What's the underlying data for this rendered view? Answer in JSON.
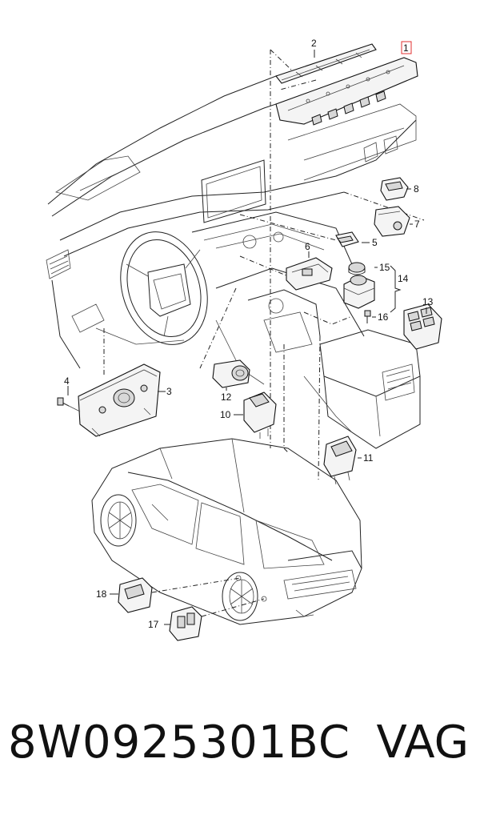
{
  "callouts": [
    {
      "id": "c1",
      "text": "1"
    },
    {
      "id": "c2",
      "text": "2"
    },
    {
      "id": "c3",
      "text": "3"
    },
    {
      "id": "c4",
      "text": "4"
    },
    {
      "id": "c5",
      "text": "5"
    },
    {
      "id": "c6",
      "text": "6"
    },
    {
      "id": "c7",
      "text": "7"
    },
    {
      "id": "c8",
      "text": "8"
    },
    {
      "id": "c10",
      "text": "10"
    },
    {
      "id": "c11",
      "text": "11"
    },
    {
      "id": "c12",
      "text": "12"
    },
    {
      "id": "c13",
      "text": "13"
    },
    {
      "id": "c14",
      "text": "14"
    },
    {
      "id": "c15",
      "text": "15"
    },
    {
      "id": "c16",
      "text": "16"
    },
    {
      "id": "c17",
      "text": "17"
    },
    {
      "id": "c18",
      "text": "18"
    }
  ],
  "highlight_color": "#e03030",
  "footer": {
    "part_number": "8W0925301BC",
    "brand": "VAG"
  }
}
